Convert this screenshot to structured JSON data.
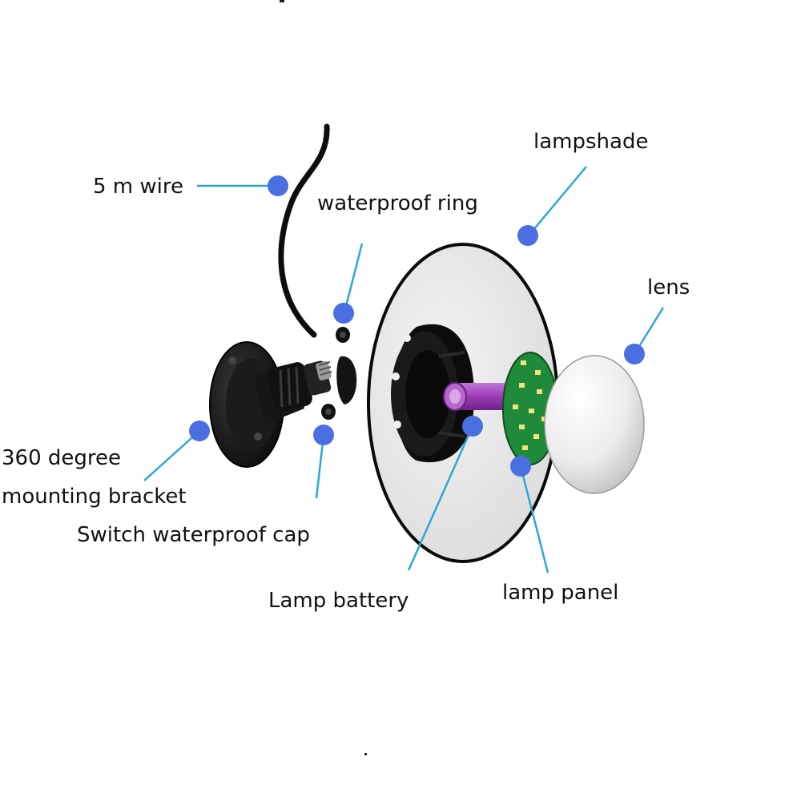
{
  "labels": {
    "wire": "5 m wire",
    "waterproof_ring": "waterproof ring",
    "lampshade": "lampshade",
    "lens": "lens",
    "mounting_bracket_line1": "360 degree",
    "mounting_bracket_line2": "mounting bracket",
    "switch_cap": "Switch waterproof cap",
    "battery": "Lamp battery",
    "lamp_panel": "lamp panel"
  },
  "colors": {
    "callout_dot": "#4a6fe0",
    "callout_line": "#2aa7d8",
    "battery": "#9b3bb8",
    "pcb": "#1f8a3a",
    "lens": "#f2f2f2",
    "lampshade": "#e9e9e9"
  }
}
